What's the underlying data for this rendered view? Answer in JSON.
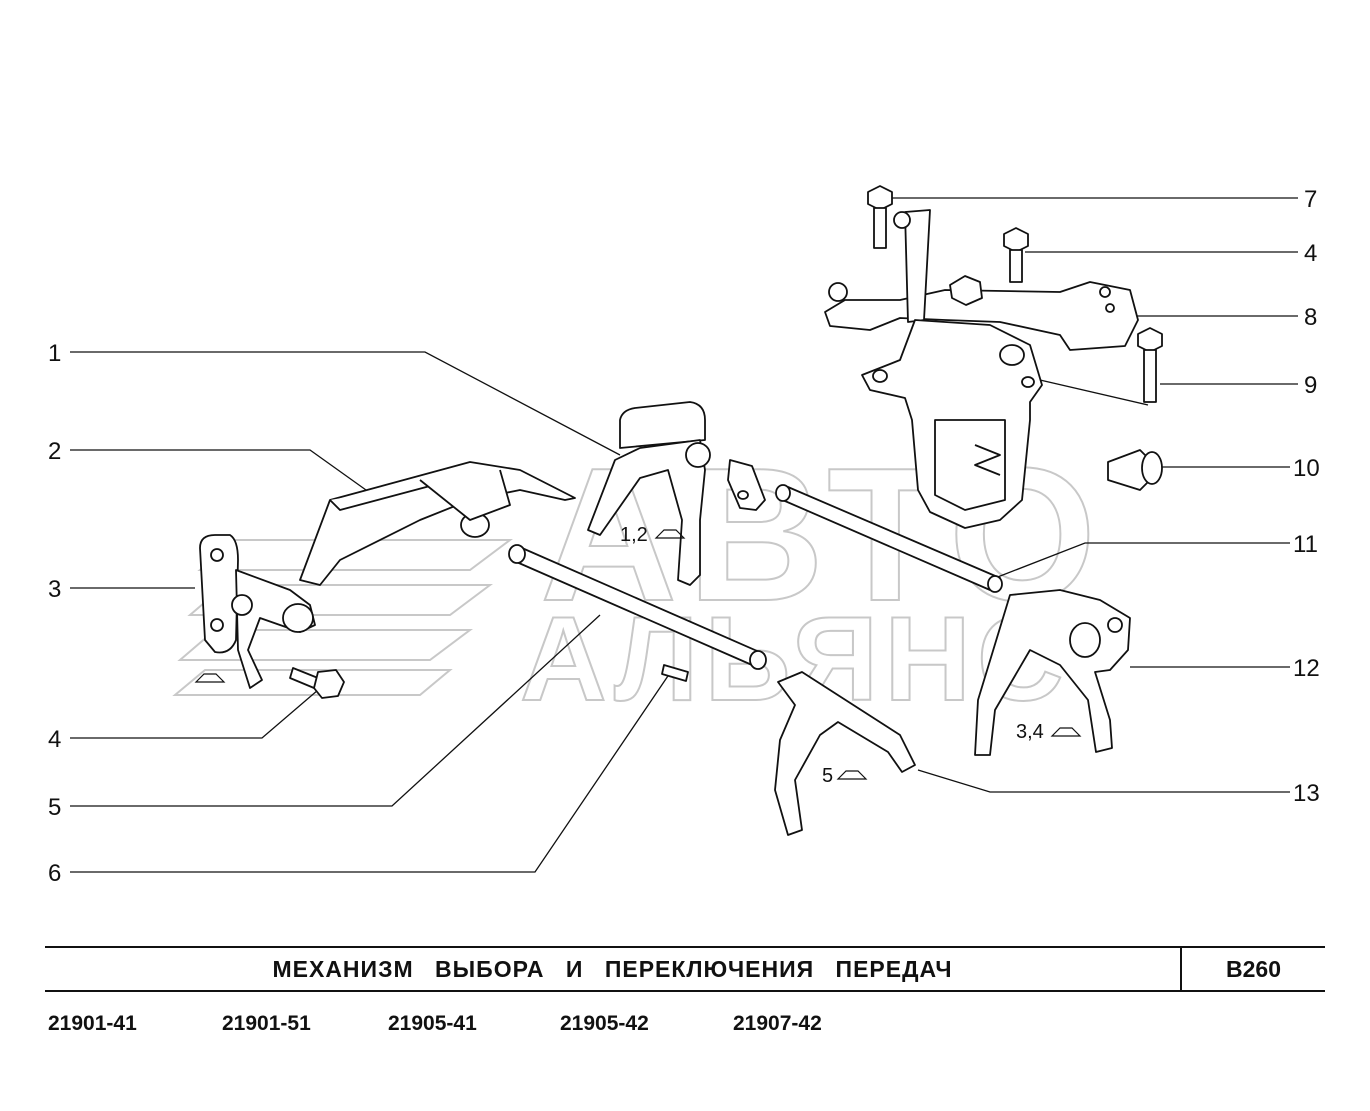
{
  "watermark": {
    "line1": "АВТО",
    "line2": "АЛЬЯНС"
  },
  "callouts": [
    {
      "id": "1",
      "label": "1"
    },
    {
      "id": "2",
      "label": "2"
    },
    {
      "id": "3",
      "label": "3"
    },
    {
      "id": "4a",
      "label": "4"
    },
    {
      "id": "5",
      "label": "5"
    },
    {
      "id": "6",
      "label": "6"
    },
    {
      "id": "7",
      "label": "7"
    },
    {
      "id": "4b",
      "label": "4"
    },
    {
      "id": "8",
      "label": "8"
    },
    {
      "id": "9",
      "label": "9"
    },
    {
      "id": "10",
      "label": "10"
    },
    {
      "id": "11",
      "label": "11"
    },
    {
      "id": "12",
      "label": "12"
    },
    {
      "id": "13",
      "label": "13"
    }
  ],
  "part_notes": {
    "fork_12": "1,2",
    "fork_34": "3,4",
    "fork_5": "5"
  },
  "title": "МЕХАНИЗМ ВЫБОРА И ПЕРЕКЛЮЧЕНИЯ ПЕРЕДАЧ",
  "code": "B260",
  "models": [
    "21901-41",
    "21901-51",
    "21905-41",
    "21905-42",
    "21907-42"
  ]
}
